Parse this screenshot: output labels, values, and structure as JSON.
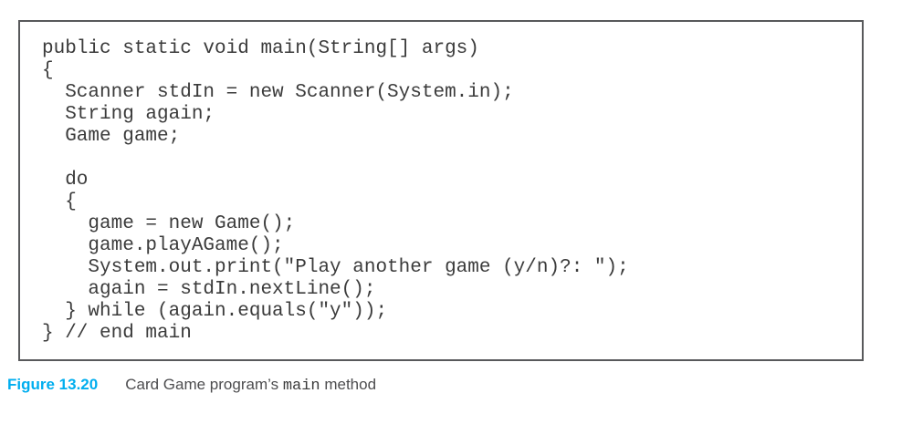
{
  "page": {
    "background_color": "#ffffff"
  },
  "code_panel": {
    "border_color": "#58595b",
    "text_color": "#3b3b3b",
    "language": "java",
    "lines": [
      "public static void main(String[] args)",
      "{",
      "  Scanner stdIn = new Scanner(System.in);",
      "  String again;",
      "  Game game;",
      "",
      "  do",
      "  {",
      "    game = new Game();",
      "    game.playAGame();",
      "    System.out.print(\"Play another game (y/n)?: \");",
      "    again = stdIn.nextLine();",
      "  } while (again.equals(\"y\"));",
      "} // end main"
    ]
  },
  "caption": {
    "figure_label": "Figure 13.20",
    "label_color": "#00aeef",
    "text_prefix": "Card Game program’s ",
    "code_word": "main",
    "text_suffix": " method",
    "text_color": "#4d4d4f"
  }
}
